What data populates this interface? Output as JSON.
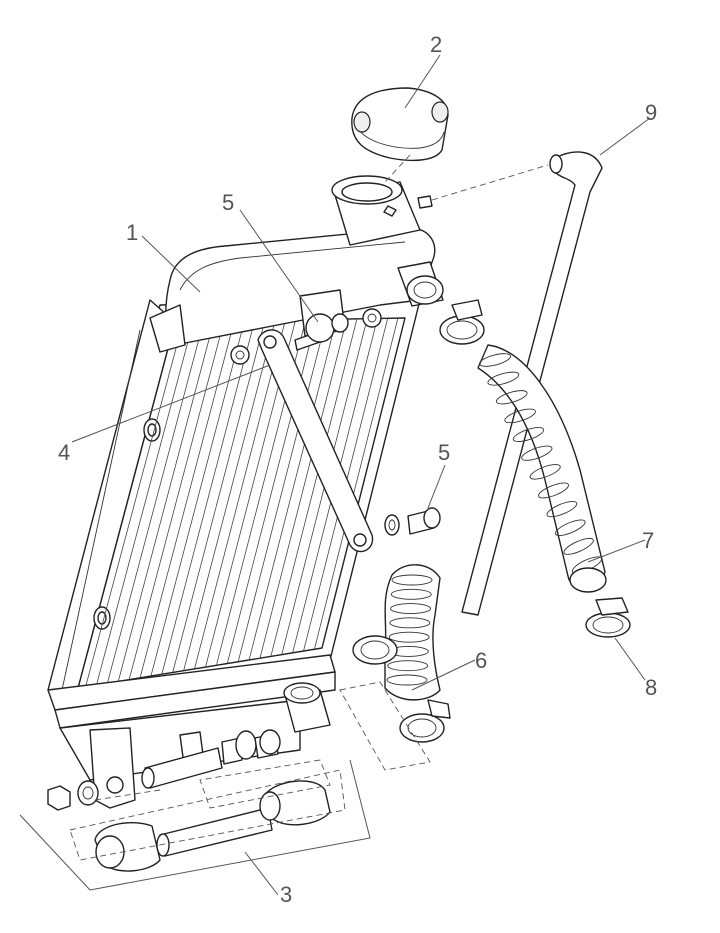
{
  "diagram": {
    "callouts": [
      {
        "id": "c1",
        "label": "1"
      },
      {
        "id": "c2",
        "label": "2"
      },
      {
        "id": "c3",
        "label": "3"
      },
      {
        "id": "c4",
        "label": "4"
      },
      {
        "id": "c5a",
        "label": "5"
      },
      {
        "id": "c5b",
        "label": "5"
      },
      {
        "id": "c6",
        "label": "6"
      },
      {
        "id": "c7",
        "label": "7"
      },
      {
        "id": "c8",
        "label": "8"
      },
      {
        "id": "c9",
        "label": "9"
      }
    ]
  }
}
